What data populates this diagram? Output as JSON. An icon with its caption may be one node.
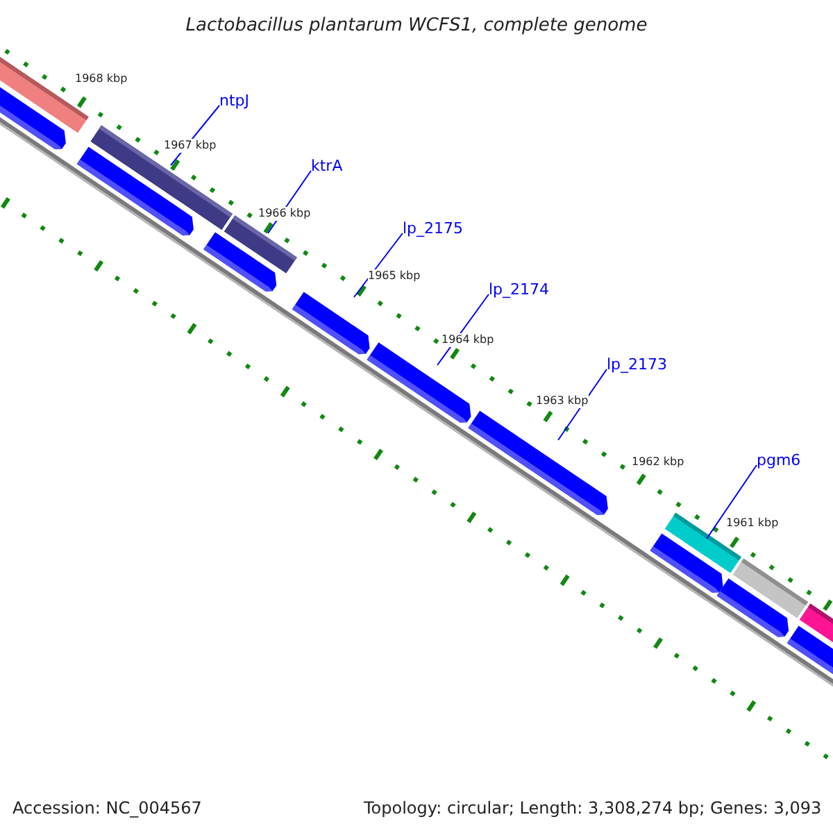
{
  "diagram": {
    "title": "Lactobacillus plantarum WCFS1, complete genome",
    "nodes": [
      {
        "text": [
          "ntpJ"
        ]
      },
      {
        "text": [
          "ktrA"
        ]
      },
      {
        "text": [
          "lp_2175"
        ]
      },
      {
        "text": [
          "lp_2174"
        ]
      },
      {
        "text": [
          "lp_2173"
        ]
      },
      {
        "text": [
          "pgm6"
        ]
      }
    ],
    "edges": [
      {
        "from": 0,
        "to": null,
        "arrow": "none"
      },
      {
        "from": 1,
        "to": null,
        "arrow": "none"
      },
      {
        "from": 2,
        "to": null,
        "arrow": "none"
      },
      {
        "from": 3,
        "to": null,
        "arrow": "none"
      },
      {
        "from": 4,
        "to": null,
        "arrow": "none"
      },
      {
        "from": 5,
        "to": null,
        "arrow": "none"
      }
    ],
    "labels": [
      "1968 kbp",
      "1967 kbp",
      "1966 kbp",
      "1965 kbp",
      "1964 kbp",
      "1963 kbp",
      "1962 kbp",
      "1961 kbp",
      "Accession: NC_004567",
      "Topology: circular; Length: 3,308,274 bp; Genes: 3,093"
    ]
  }
}
